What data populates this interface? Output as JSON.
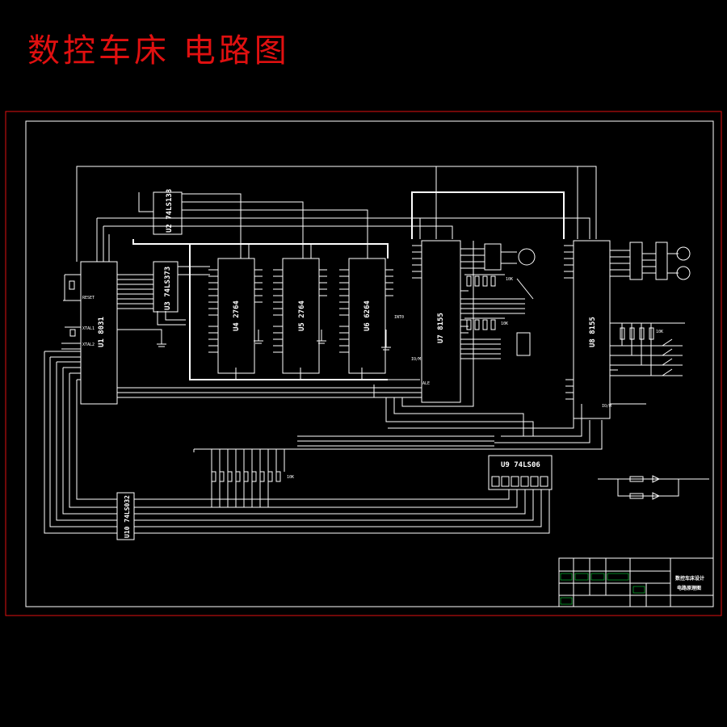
{
  "drawing": {
    "title": "数控车床 电路图",
    "title_color": "#e01010",
    "line_color": "#ffffff",
    "border_color": "#e01010"
  },
  "chips": {
    "u1": {
      "ref": "U1",
      "part": "8031"
    },
    "u2": {
      "ref": "U2",
      "part": "74LS138"
    },
    "u3": {
      "ref": "U3",
      "part": "74LS373"
    },
    "u4": {
      "ref": "U4",
      "part": "2764"
    },
    "u5": {
      "ref": "U5",
      "part": "2764"
    },
    "u6": {
      "ref": "U6",
      "part": "6264"
    },
    "u7": {
      "ref": "U7",
      "part": "8155"
    },
    "u8": {
      "ref": "U8",
      "part": "8155"
    },
    "u9": {
      "ref": "U9",
      "part": "74LS06"
    },
    "u10": {
      "ref": "U10",
      "part": "74LS032"
    }
  },
  "net_labels": {
    "int0": "INT0",
    "io_u7": "IO/M",
    "io_u8": "IO/M",
    "ale": "ALE",
    "u1_reset": "RESET",
    "u1_xtal1": "XTAL1",
    "u1_xtal2": "XTAL2",
    "resistor_array_u7": "10K",
    "resistor_array_u8": "10K",
    "resistor_array_right": "10K",
    "resistor_array_led": "10K"
  },
  "title_block": {
    "drawing_name_line1": "数控车床设计",
    "drawing_name_line2": "电路原理图"
  }
}
